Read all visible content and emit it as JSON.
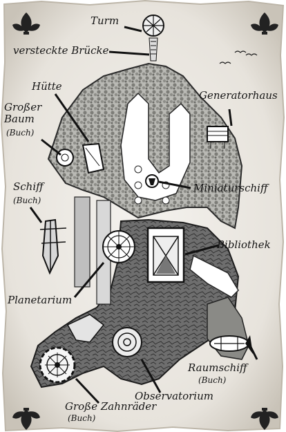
{
  "map": {
    "labels": {
      "turm": "Turm",
      "versteckte_bruecke": "versteckte Brücke",
      "huette": "Hütte",
      "grosser_baum": "Großer Baum",
      "grosser_baum_note": "(Buch)",
      "generatorhaus": "Generatorhaus",
      "schiff": "Schiff",
      "schiff_note": "(Buch)",
      "miniaturschiff": "Miniaturschiff",
      "bibliothek": "Bibliothek",
      "planetarium": "Planetarium",
      "raumschiff": "Raumschiff",
      "raumschiff_note": "(Buch)",
      "observatorium": "Observatorium",
      "grosse_zahnraeder": "Große Zahnräder",
      "grosse_zahnraeder_note": "(Buch)"
    },
    "colors": {
      "parchment": "#ece9e2",
      "parchment_edge": "#cfcac0",
      "ink": "#141414",
      "forest": "#9a9a96",
      "rock": "#5b5b5b",
      "path": "#ffffff"
    },
    "icons": [
      "fleur-de-lis-icon",
      "seagull-icon",
      "gear-icon",
      "tower-icon"
    ]
  }
}
